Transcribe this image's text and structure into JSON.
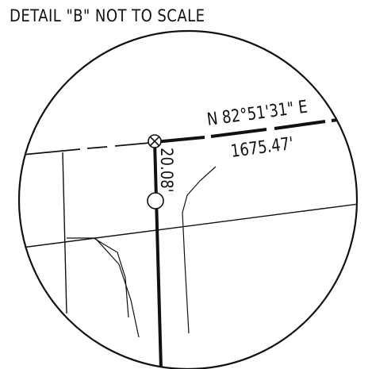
{
  "detail": {
    "title": "DETAIL \"B\" NOT TO SCALE"
  },
  "annotations": {
    "bearing": "N 82°51'31\" E",
    "distance": "1675.47'",
    "offset": "20.08'"
  }
}
